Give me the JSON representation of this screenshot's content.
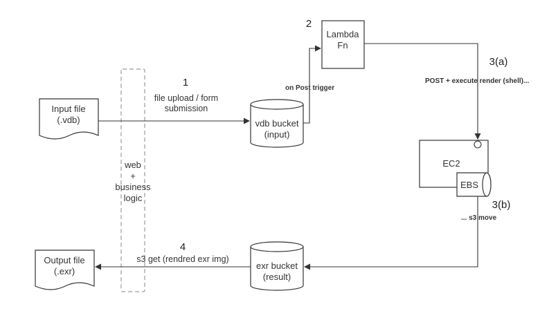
{
  "nodes": {
    "input_file": {
      "line1": "Input file",
      "line2": "(.vdb)"
    },
    "output_file": {
      "line1": "Output file",
      "line2": "(.exr)"
    },
    "web_logic": {
      "lines": [
        "web",
        "+",
        "business",
        "logic"
      ]
    },
    "vdb_bucket": {
      "line1": "vdb bucket",
      "line2": "(input)"
    },
    "exr_bucket": {
      "line1": "exr bucket",
      "line2": "(result)"
    },
    "lambda": {
      "line1": "Lambda",
      "line2": "Fn"
    },
    "ec2": {
      "label": "EC2"
    },
    "ebs": {
      "label": "EBS"
    }
  },
  "steps": {
    "s1": "1",
    "s2": "2",
    "s3a": "3(a)",
    "s3b": "3(b)",
    "s4": "4"
  },
  "edges": {
    "upload_line1": "file upload / form",
    "upload_line2": "submission",
    "post_trigger": "on Post trigger",
    "post_exec": "POST  + execute render (shell)...",
    "s3_move": "... s3 move",
    "s3_get": "s3 get (rendred exr img)"
  }
}
